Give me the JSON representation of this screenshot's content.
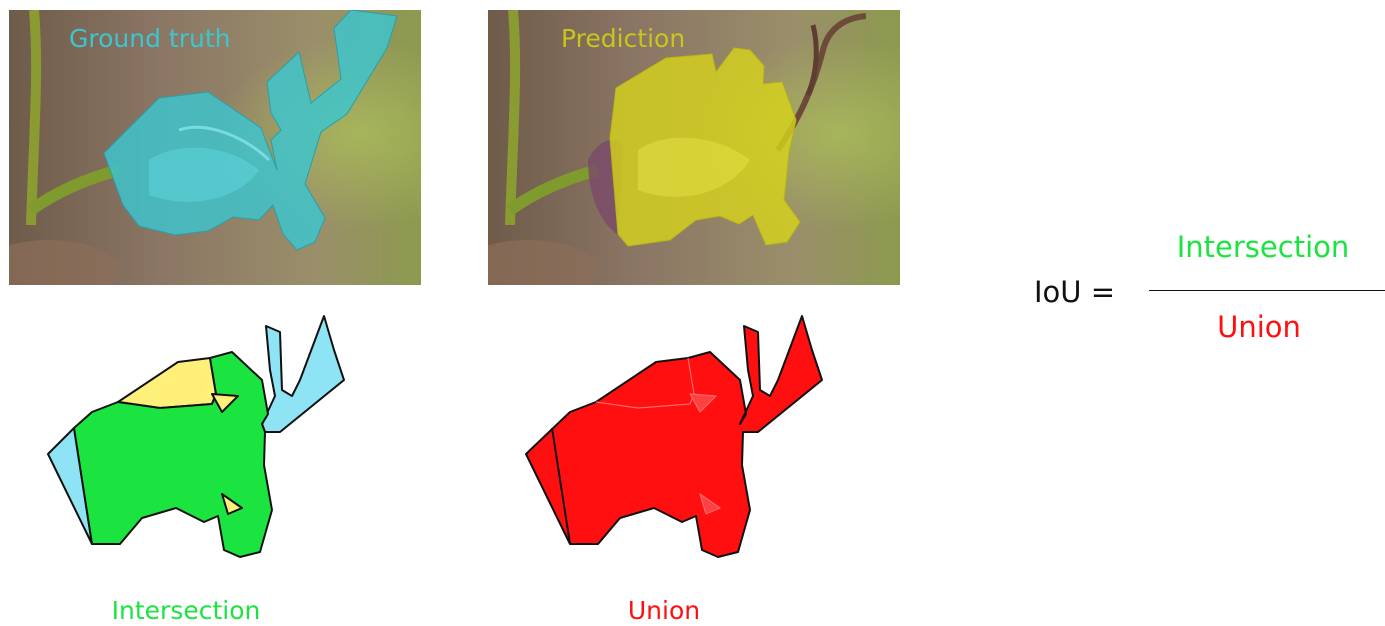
{
  "colors": {
    "ground_truth": "#3cc6cf",
    "prediction": "#d5d21c",
    "intersection": "#1be441",
    "union": "#ff0f0f",
    "gt_only": "#8ee3f4",
    "pred_only": "#fff07a",
    "outline": "#111111"
  },
  "photos": {
    "ground_truth_label": "Ground truth",
    "prediction_label": "Prediction"
  },
  "captions": {
    "intersection": "Intersection",
    "union": "Union"
  },
  "formula": {
    "lhs": "IoU =",
    "numerator": "Intersection",
    "denominator": "Union"
  }
}
